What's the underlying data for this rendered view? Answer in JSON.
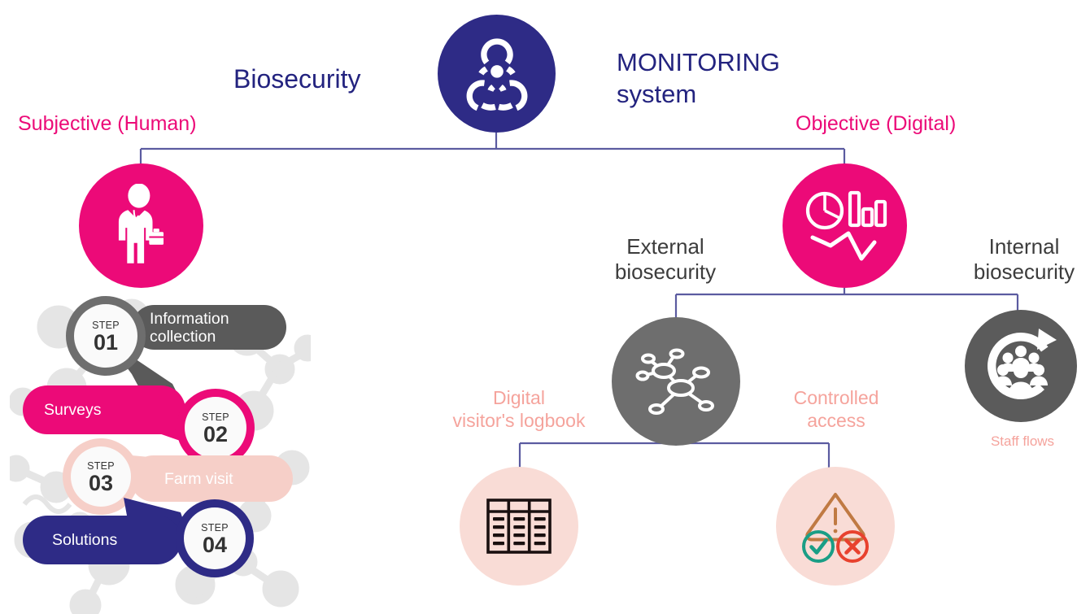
{
  "headings": {
    "biosecurity": "Biosecurity",
    "monitoring_system": "MONITORING\nsystem",
    "subjective": "Subjective (Human)",
    "objective": "Objective (Digital)"
  },
  "branches": {
    "external_biosecurity": "External\nbiosecurity",
    "internal_biosecurity": "Internal\nbiosecurity",
    "digital_logbook": "Digital\nvisitor's logbook",
    "controlled_access": "Controlled\naccess",
    "staff_flows": "Staff flows"
  },
  "icons": {
    "biohazard": "biohazard-icon",
    "veterinarian": "veterinarian-icon",
    "analytics": "analytics-chart-icon",
    "network": "network-nodes-icon",
    "staff_rotation": "staff-rotation-icon",
    "logbook": "logbook-table-icon",
    "access_control": "access-control-icon"
  },
  "steps": {
    "word": "STEP",
    "items": [
      {
        "number": "01",
        "label": "Information\ncollection",
        "color": "#5A5A5A"
      },
      {
        "number": "02",
        "label": "Surveys",
        "color": "#EC0A78"
      },
      {
        "number": "03",
        "label": "Farm visit",
        "color": "#F6CFC8"
      },
      {
        "number": "04",
        "label": "Solutions",
        "color": "#2E2B86"
      }
    ]
  },
  "colors": {
    "navy": "#2E2B86",
    "magenta": "#EC0A78",
    "gray": "#6E6E6E",
    "dark_gray": "#5A5A5A",
    "salmon": "#F5A39C",
    "pale_pink": "#F9DCD6",
    "connector": "#5B5BA0",
    "green": "#1A9E86",
    "red": "#E8412E",
    "amber": "#C07A43"
  }
}
